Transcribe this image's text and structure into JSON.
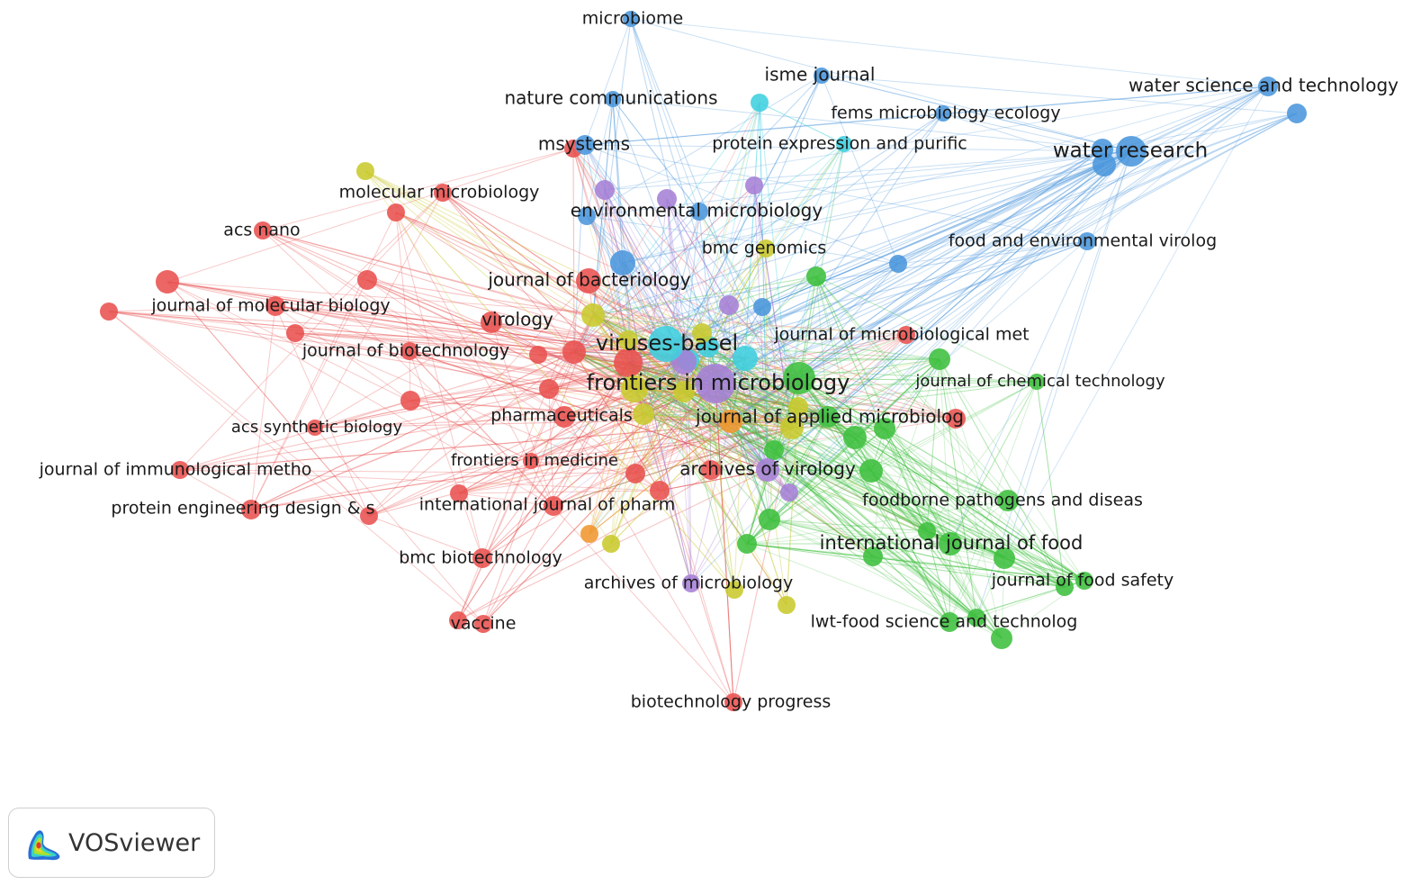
{
  "colors": {
    "red": "#e8514f",
    "green": "#3dbf3d",
    "blue": "#4a96dc",
    "yellow": "#c9c92e",
    "purple": "#a57fd6",
    "cyan": "#3fcfdf",
    "orange": "#f0962e"
  },
  "logo": {
    "text": "VOSviewer",
    "icon": "vosviewer-density-icon"
  },
  "nodes": [
    {
      "id": "frontiers",
      "label": "frontiers in microbiology",
      "cluster": "purple",
      "weight": 10
    },
    {
      "id": "viruses",
      "label": "viruses-basel",
      "cluster": "cyan",
      "weight": 9
    },
    {
      "id": "waterres",
      "label": "water research",
      "cluster": "blue",
      "weight": 8
    },
    {
      "id": "jam",
      "label": "journal of applied microbiolog",
      "cluster": "orange",
      "weight": 6
    },
    {
      "id": "jbact",
      "label": "journal of bacteriology",
      "cluster": "red",
      "weight": 6
    },
    {
      "id": "virology",
      "label": "virology",
      "cluster": "red",
      "weight": 6
    },
    {
      "id": "archvir",
      "label": "archives of virology",
      "cluster": "purple",
      "weight": 6
    },
    {
      "id": "ijfood",
      "label": "international journal of food",
      "cluster": "green",
      "weight": 6
    },
    {
      "id": "pharma",
      "label": "pharmaceuticals",
      "cluster": "red",
      "weight": 5
    },
    {
      "id": "envmicro",
      "label": "environmental microbiology",
      "cluster": "blue",
      "weight": 5
    },
    {
      "id": "microbiome",
      "label": "microbiome",
      "cluster": "blue",
      "weight": 3
    },
    {
      "id": "natcomm",
      "label": "nature communications",
      "cluster": "blue",
      "weight": 3
    },
    {
      "id": "isme",
      "label": "isme journal",
      "cluster": "blue",
      "weight": 3
    },
    {
      "id": "watersci",
      "label": "water science and technology",
      "cluster": "blue",
      "weight": 4
    },
    {
      "id": "fems",
      "label": "fems microbiology ecology",
      "cluster": "blue",
      "weight": 3
    },
    {
      "id": "msystems",
      "label": "msystems",
      "cluster": "blue",
      "weight": 4
    },
    {
      "id": "protexp",
      "label": "protein expression and purific",
      "cluster": "cyan",
      "weight": 3
    },
    {
      "id": "molmicro",
      "label": "molecular microbiology",
      "cluster": "red",
      "weight": 4
    },
    {
      "id": "acsnano",
      "label": "acs nano",
      "cluster": "red",
      "weight": 3
    },
    {
      "id": "bmcgen",
      "label": "bmc genomics",
      "cluster": "yellow",
      "weight": 4
    },
    {
      "id": "foodenvvir",
      "label": "food and environmental virolog",
      "cluster": "blue",
      "weight": 3
    },
    {
      "id": "jmolbio",
      "label": "journal of molecular biology",
      "cluster": "red",
      "weight": 4
    },
    {
      "id": "jmicromet",
      "label": "journal of microbiological met",
      "cluster": "red",
      "weight": 4
    },
    {
      "id": "jbiotech",
      "label": "journal of biotechnology",
      "cluster": "red",
      "weight": 3
    },
    {
      "id": "jchemtech",
      "label": "journal of chemical technology",
      "cluster": "green",
      "weight": 3
    },
    {
      "id": "acssynbio",
      "label": "acs synthetic biology",
      "cluster": "red",
      "weight": 3
    },
    {
      "id": "jimmuno",
      "label": "journal of immunological metho",
      "cluster": "red",
      "weight": 3
    },
    {
      "id": "frontmed",
      "label": "frontiers in medicine",
      "cluster": "red",
      "weight": 3
    },
    {
      "id": "foodborne",
      "label": "foodborne pathogens and diseas",
      "cluster": "green",
      "weight": 4
    },
    {
      "id": "protengdes",
      "label": "protein engineering design & s",
      "cluster": "red",
      "weight": 3
    },
    {
      "id": "ijpharm",
      "label": "international journal of pharm",
      "cluster": "red",
      "weight": 4
    },
    {
      "id": "bmcbiotech",
      "label": "bmc biotechnology",
      "cluster": "red",
      "weight": 3
    },
    {
      "id": "archmicro",
      "label": "archives of microbiology",
      "cluster": "purple",
      "weight": 3
    },
    {
      "id": "jfoodsafety",
      "label": "journal of food safety",
      "cluster": "green",
      "weight": 3
    },
    {
      "id": "vaccine",
      "label": "vaccine",
      "cluster": "red",
      "weight": 3
    },
    {
      "id": "lwt",
      "label": "lwt-food science and technolog",
      "cluster": "green",
      "weight": 4
    },
    {
      "id": "biotechprog",
      "label": "biotechnology progress",
      "cluster": "red",
      "weight": 3
    }
  ]
}
